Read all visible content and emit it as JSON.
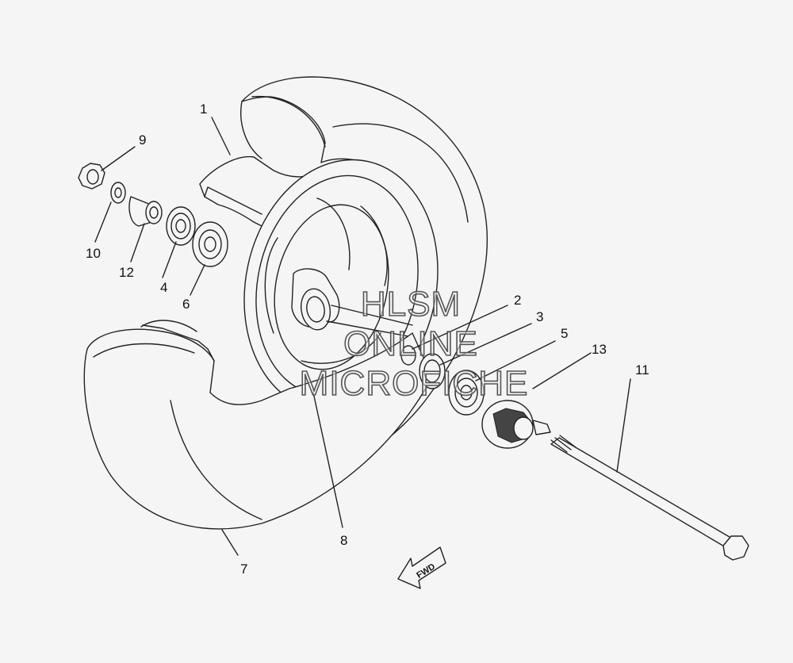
{
  "callouts": [
    {
      "id": "1",
      "text": "1"
    },
    {
      "id": "2",
      "text": "2"
    },
    {
      "id": "3",
      "text": "3"
    },
    {
      "id": "4",
      "text": "4"
    },
    {
      "id": "5",
      "text": "5"
    },
    {
      "id": "6",
      "text": "6"
    },
    {
      "id": "7",
      "text": "7"
    },
    {
      "id": "8",
      "text": "8"
    },
    {
      "id": "9",
      "text": "9"
    },
    {
      "id": "10",
      "text": "10"
    },
    {
      "id": "11",
      "text": "11"
    },
    {
      "id": "12",
      "text": "12"
    },
    {
      "id": "13",
      "text": "13"
    }
  ],
  "direction_arrow": {
    "text": "FWD"
  },
  "watermark": {
    "line1": "HLSM",
    "line2": "ONLINE",
    "line3": "MICROFICHE"
  }
}
